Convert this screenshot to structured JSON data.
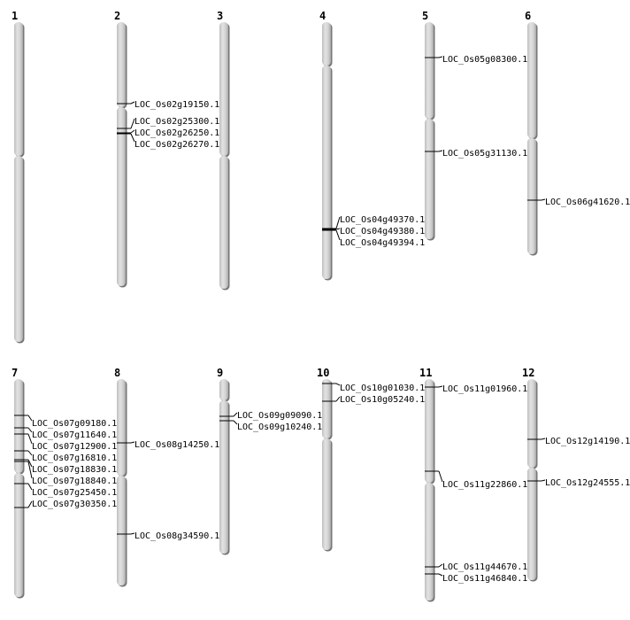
{
  "figure": {
    "title": "",
    "description_type": "chromosome-map"
  },
  "chromosomes": [
    {
      "id": "1",
      "label": "1",
      "genes": []
    },
    {
      "id": "2",
      "label": "2",
      "genes": [
        "LOC_Os02g19150.1",
        "LOC_Os02g25300.1",
        "LOC_Os02g26250.1",
        "LOC_Os02g26270.1"
      ]
    },
    {
      "id": "3",
      "label": "3",
      "genes": []
    },
    {
      "id": "4",
      "label": "4",
      "genes": [
        "LOC_Os04g49370.1",
        "LOC_Os04g49380.1",
        "LOC_Os04g49394.1"
      ]
    },
    {
      "id": "5",
      "label": "5",
      "genes": [
        "LOC_Os05g08300.1",
        "LOC_Os05g31130.1"
      ]
    },
    {
      "id": "6",
      "label": "6",
      "genes": [
        "LOC_Os06g41620.1"
      ]
    },
    {
      "id": "7",
      "label": "7",
      "genes": [
        "LOC_Os07g09180.1",
        "LOC_Os07g11640.1",
        "LOC_Os07g12900.1",
        "LOC_Os07g16810.1",
        "LOC_Os07g18830.1",
        "LOC_Os07g18840.1",
        "LOC_Os07g25450.1",
        "LOC_Os07g30350.1"
      ]
    },
    {
      "id": "8",
      "label": "8",
      "genes": [
        "LOC_Os08g14250.1",
        "LOC_Os08g34590.1"
      ]
    },
    {
      "id": "9",
      "label": "9",
      "genes": [
        "LOC_Os09g09090.1",
        "LOC_Os09g10240.1"
      ]
    },
    {
      "id": "10",
      "label": "10",
      "genes": [
        "LOC_Os10g01030.1",
        "LOC_Os10g05240.1"
      ]
    },
    {
      "id": "11",
      "label": "11",
      "genes": [
        "LOC_Os11g01960.1",
        "LOC_Os11g22860.1",
        "LOC_Os11g44670.1",
        "LOC_Os11g46840.1"
      ]
    },
    {
      "id": "12",
      "label": "12",
      "genes": [
        "LOC_Os12g14190.1",
        "LOC_Os12g24555.1"
      ]
    }
  ],
  "colors": {
    "chromosome_fill": "#d4d4d4",
    "chromosome_shadow": "#777777",
    "line": "#000000"
  }
}
